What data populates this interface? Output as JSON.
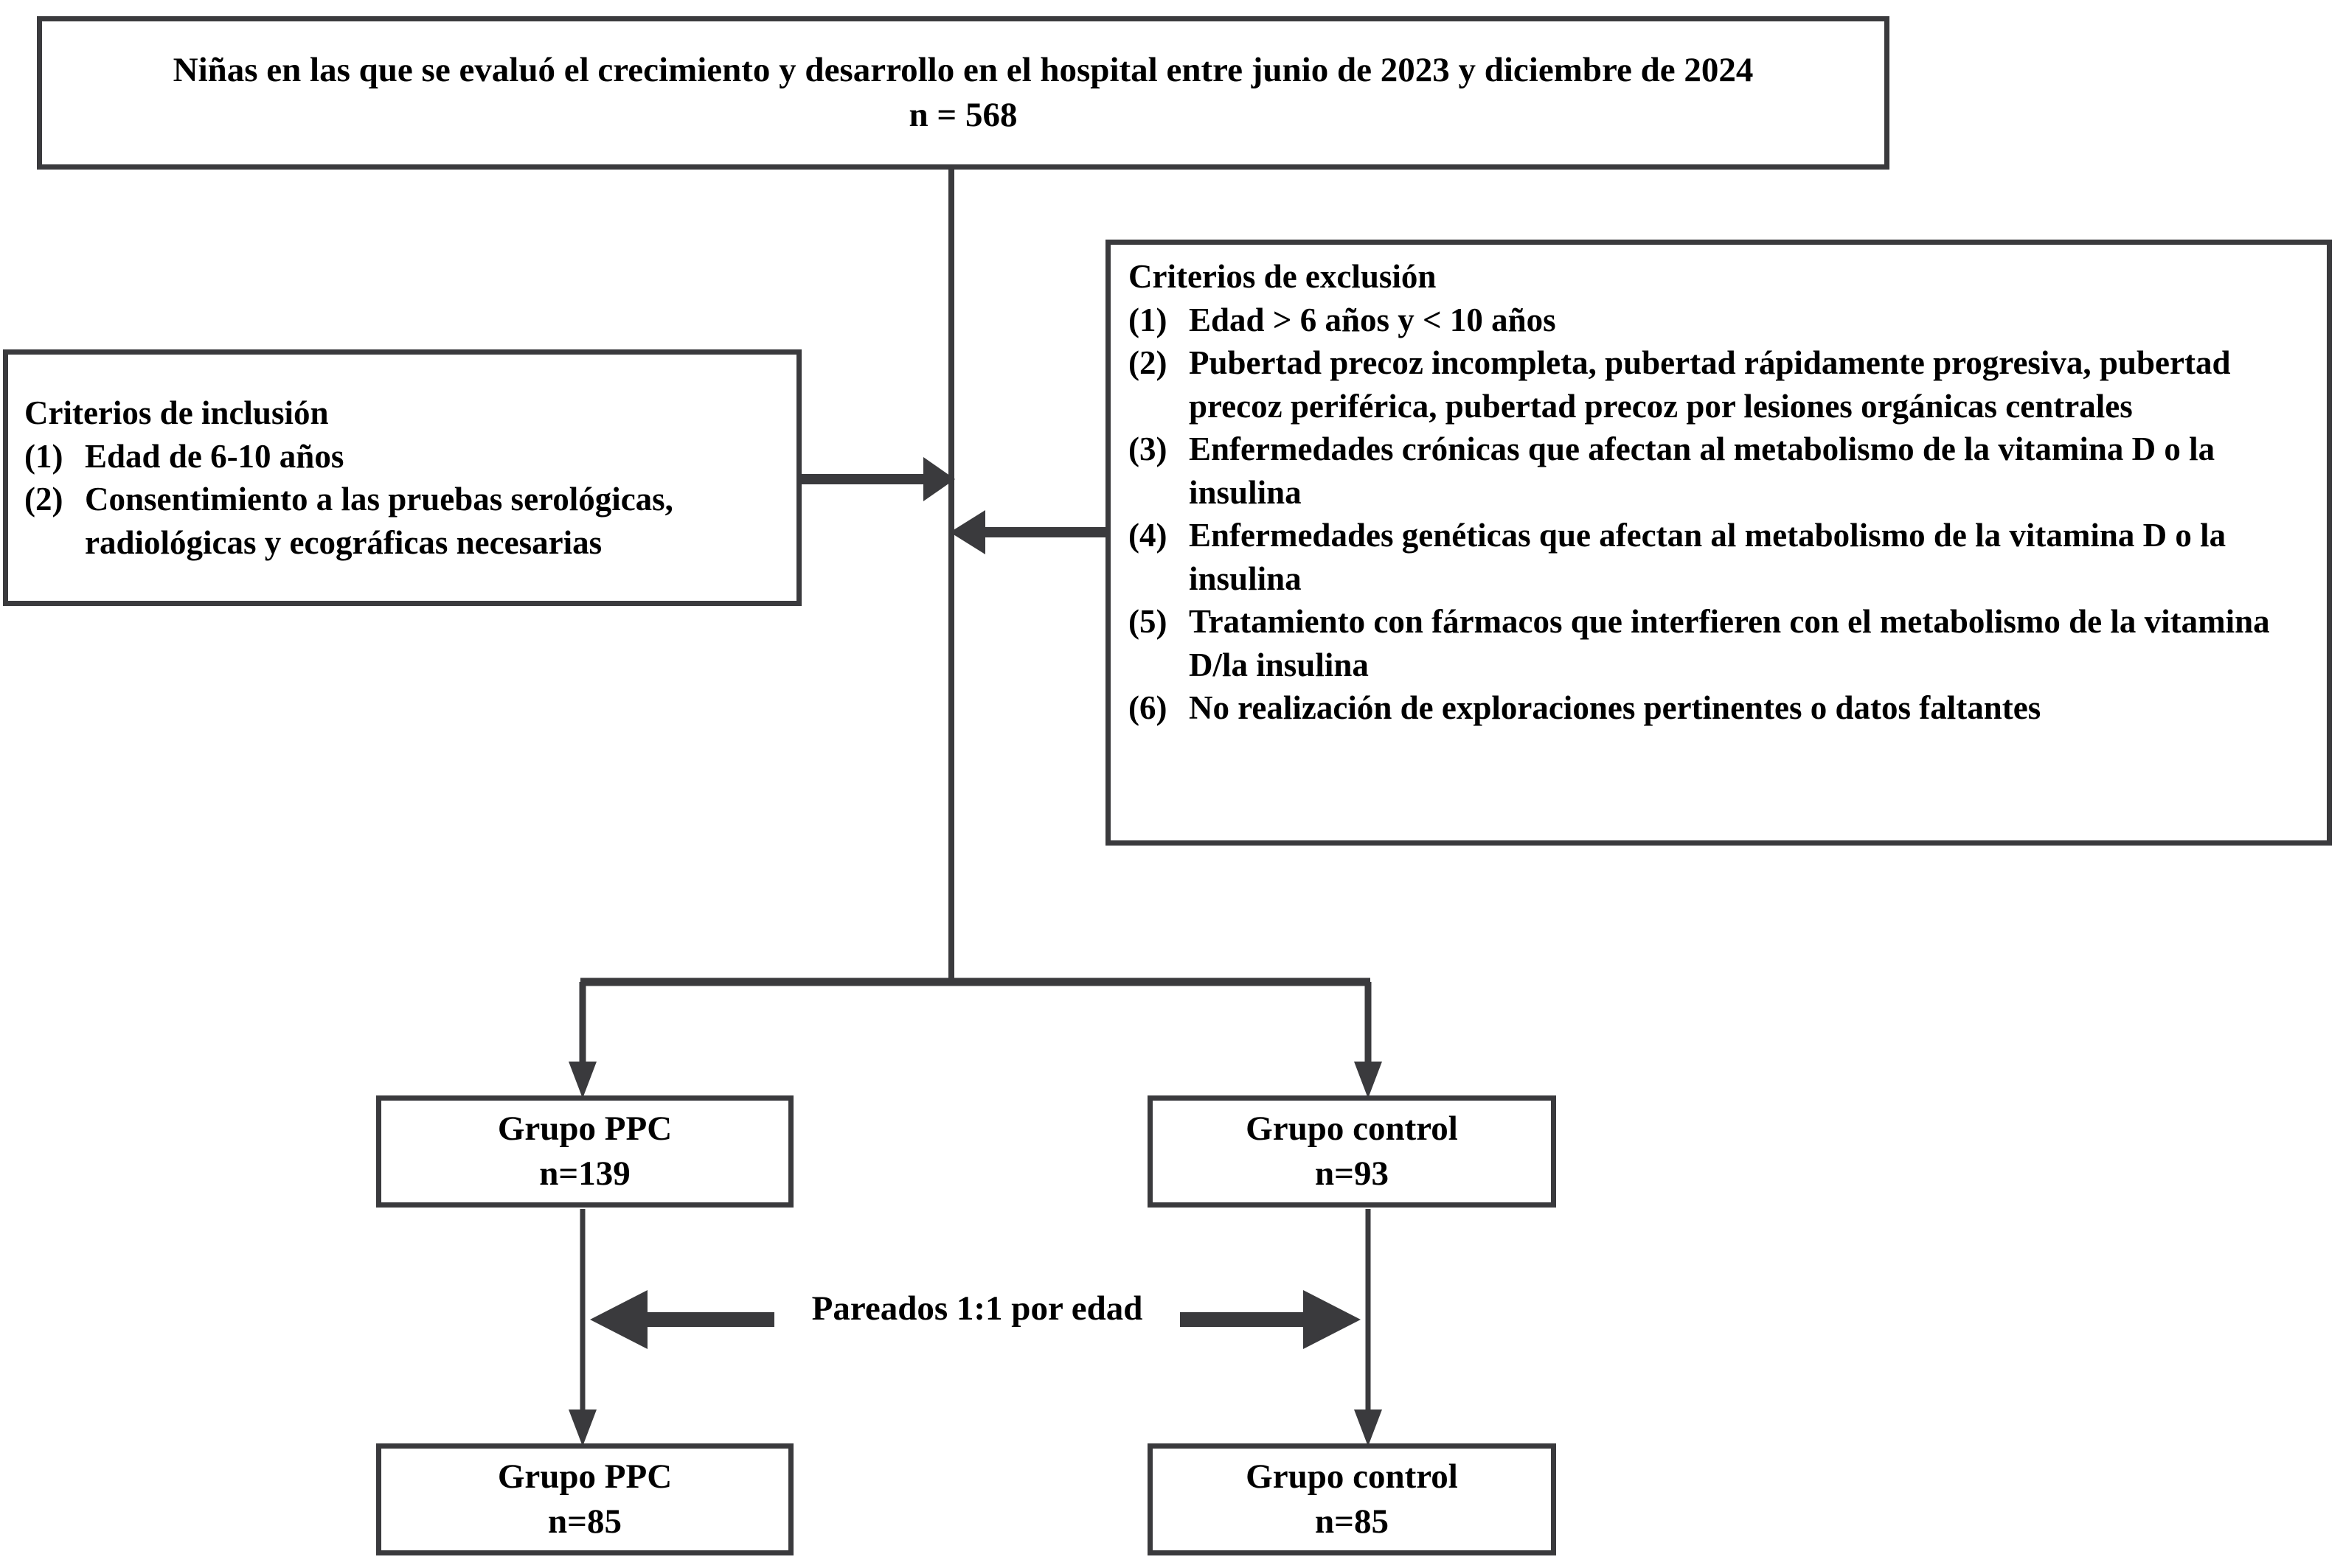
{
  "colors": {
    "line": "#3a3a3d",
    "box_border": "#3a3a3d",
    "background": "#ffffff",
    "text": "#000000"
  },
  "top_box": {
    "line1": "Niñas en las que se evaluó el crecimiento y desarrollo en el hospital entre junio de 2023 y diciembre de 2024",
    "line2": "n = 568"
  },
  "inclusion": {
    "heading": "Criterios de inclusión",
    "items": [
      {
        "num": "(1)",
        "text": "Edad de 6-10 años"
      },
      {
        "num": "(2)",
        "text": "Consentimiento a las pruebas serológicas, radiológicas y ecográficas necesarias"
      }
    ]
  },
  "exclusion": {
    "heading": "Criterios de exclusión",
    "items": [
      {
        "num": "(1)",
        "text": "Edad > 6 años y < 10 años"
      },
      {
        "num": "(2)",
        "text": "Pubertad precoz incompleta, pubertad rápidamente progresiva, pubertad precoz periférica, pubertad precoz por lesiones orgánicas centrales"
      },
      {
        "num": "(3)",
        "text": "Enfermedades crónicas que afectan al metabolismo de la vitamina D o la insulina"
      },
      {
        "num": "(4)",
        "text": "Enfermedades genéticas que afectan al metabolismo de la vitamina D o la insulina"
      },
      {
        "num": "(5)",
        "text": "Tratamiento con fármacos que interfieren con el metabolismo de la vitamina D/la insulina"
      },
      {
        "num": "(6)",
        "text": "No realización de exploraciones pertinentes o datos faltantes"
      }
    ]
  },
  "groups_stage1": {
    "left": {
      "name": "Grupo PPC",
      "n": "n=139"
    },
    "right": {
      "name": "Grupo control",
      "n": "n=93"
    }
  },
  "matching": {
    "label": "Pareados 1:1 por edad"
  },
  "groups_stage2": {
    "left": {
      "name": "Grupo PPC",
      "n": "n=85"
    },
    "right": {
      "name": "Grupo control",
      "n": "n=85"
    }
  }
}
